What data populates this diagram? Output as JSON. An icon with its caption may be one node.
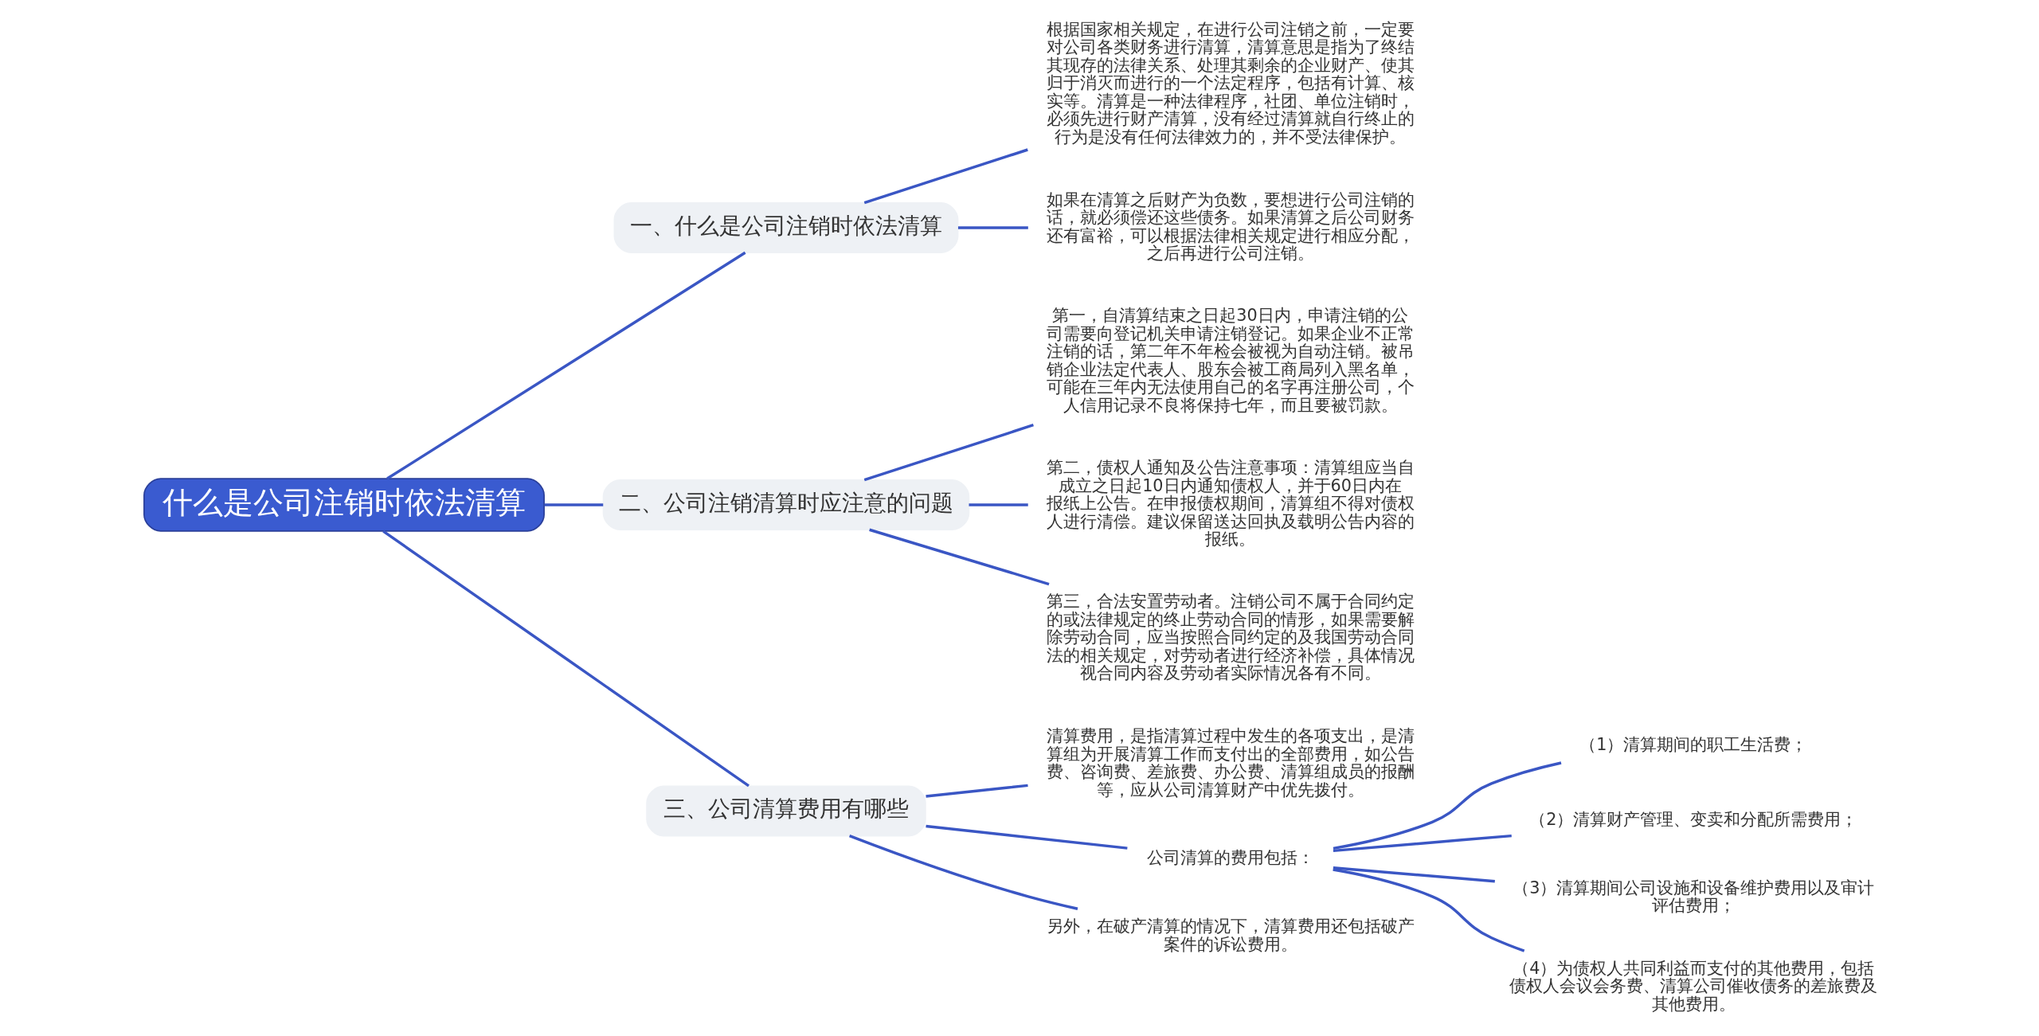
{
  "diagram": {
    "nodes": [
      {
        "text": [
          "什么是公司注销时依法清算"
        ]
      },
      {
        "text": [
          "一、什么是公司注销时依法清算"
        ]
      },
      {
        "text": [
          "根据国家相关规定，在进行公司注销之前，一定要对公司各类财务进行清算，清算意思是指为了终结其现存的法律关系、处理其剩余的企业财产、使其归于消灭而进行的一个法定程序，包括有计算、核实等。清算是一种法律程序，社团、单位注销时，必须先进行财产清算，没有经过清算就自行终止的行为是没有任何法律效力的，并不受法律保护。"
        ]
      },
      {
        "text": [
          "如果在清算之后财产为负数，要想进行公司注销的话，就必须偿还这些债务。如果清算之后公司财务还有富裕，可以根据法律相关规定进行相应分配，之后再进行公司注销。"
        ]
      },
      {
        "text": [
          "二、公司注销清算时应注意的问题"
        ]
      },
      {
        "text": [
          "第一，自清算结束之日起30日内，申请注销的公司需要向登记机关申请注销登记。如果企业不正常注销的话，第二年不年检会被视为自动注销。被吊销企业法定代表人、股东会被工商局列入黑名单，可能在三年内无法使用自己的名字再注册公司，个人信用记录不良将保持七年，而且要被罚款。"
        ]
      },
      {
        "text": [
          "第二，债权人通知及公告注意事项：清算组应当自成立之日起10日内通知债权人，并于60日内在报纸上公告。在申报债权期间，清算组不得对债权人进行清偿。建议保留送达回执及载明公告内容的报纸。"
        ]
      },
      {
        "text": [
          "第三，合法安置劳动者。注销公司不属于合同约定的或法律规定的终止劳动合同的情形，如果需要解除劳动合同，应当按照合同约定的及我国劳动合同法的相关规定，对劳动者进行经济补偿，具体情况视合同内容及劳动者实际情况各有不同。"
        ]
      },
      {
        "text": [
          "三、公司清算费用有哪些"
        ]
      },
      {
        "text": [
          "清算费用，是指清算过程中发生的各项支出，是清算组为开展清算工作而支付出的全部费用，如公告费、咨询费、差旅费、办公费、清算组成员的报酬等，应从公司清算财产中优先拨付。"
        ]
      },
      {
        "text": [
          "公司清算的费用包括："
        ]
      },
      {
        "text": [
          "（1）清算期间的职工生活费；"
        ]
      },
      {
        "text": [
          "（2）清算财产管理、变卖和分配所需费用；"
        ]
      },
      {
        "text": [
          "（3）清算期间公司设施和设备维护费用以及审计评估费用；"
        ]
      },
      {
        "text": [
          "（4）为债权人共同利益而支付的其他费用，包括债权人会议会务费、清算公司催收债务的差旅费及其他费用。"
        ]
      },
      {
        "text": [
          "另外，在破产清算的情况下，清算费用还包括破产案件的诉讼费用。"
        ]
      }
    ],
    "edges": [
      {
        "from": 0,
        "to": 1,
        "arrow": "none"
      },
      {
        "from": 1,
        "to": 2,
        "arrow": "none"
      },
      {
        "from": 1,
        "to": 3,
        "arrow": "none"
      },
      {
        "from": 0,
        "to": 4,
        "arrow": "none"
      },
      {
        "from": 4,
        "to": 5,
        "arrow": "none"
      },
      {
        "from": 4,
        "to": 6,
        "arrow": "none"
      },
      {
        "from": 4,
        "to": 7,
        "arrow": "none"
      },
      {
        "from": 0,
        "to": 8,
        "arrow": "none"
      },
      {
        "from": 8,
        "to": 9,
        "arrow": "none"
      },
      {
        "from": 8,
        "to": 10,
        "arrow": "none"
      },
      {
        "from": 10,
        "to": 11,
        "arrow": "none"
      },
      {
        "from": 10,
        "to": 12,
        "arrow": "none"
      },
      {
        "from": 10,
        "to": 13,
        "arrow": "none"
      },
      {
        "from": 10,
        "to": 14,
        "arrow": "none"
      },
      {
        "from": 8,
        "to": 15,
        "arrow": "none"
      }
    ]
  }
}
